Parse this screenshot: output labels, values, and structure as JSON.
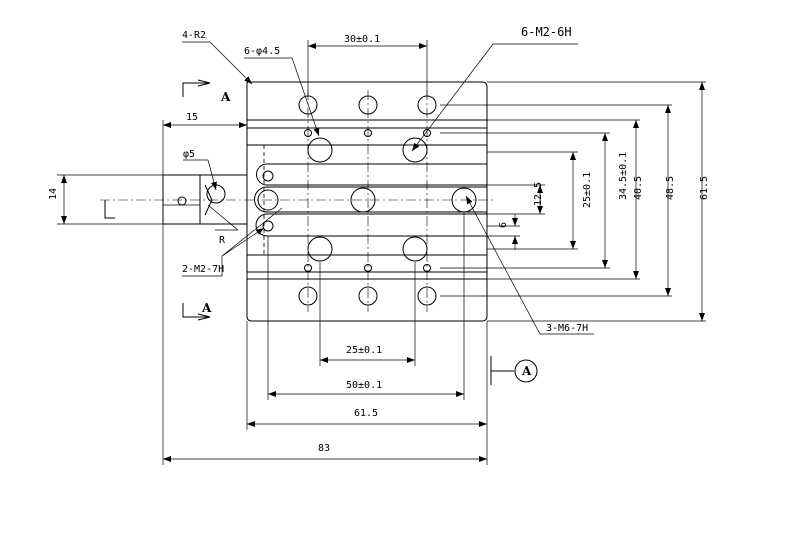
{
  "labels": {
    "radius_corners": "4-R2",
    "holes_phi": "6-φ4.5",
    "threads_m2_6h": "6-M2-6H",
    "threads_m2_7h": "2-M2-7H",
    "threads_m6_7h": "3-M6-7H",
    "phi5": "φ5",
    "r": "R",
    "section_a_top": "A",
    "section_a_bottom": "A",
    "datum_a": "A"
  },
  "dimensions": {
    "top_pitch": "30±0.1",
    "width_15": "15",
    "height_14": "14",
    "v_12_5": "12.5",
    "v_25": "25±0.1",
    "v_34_5": "34.5±0.1",
    "v_40_5": "40.5",
    "v_48_5": "48.5",
    "v_61_5": "61.5",
    "v_6": "6",
    "b_25": "25±0.1",
    "b_50": "50±0.1",
    "b_61_5": "61.5",
    "b_83": "83"
  }
}
